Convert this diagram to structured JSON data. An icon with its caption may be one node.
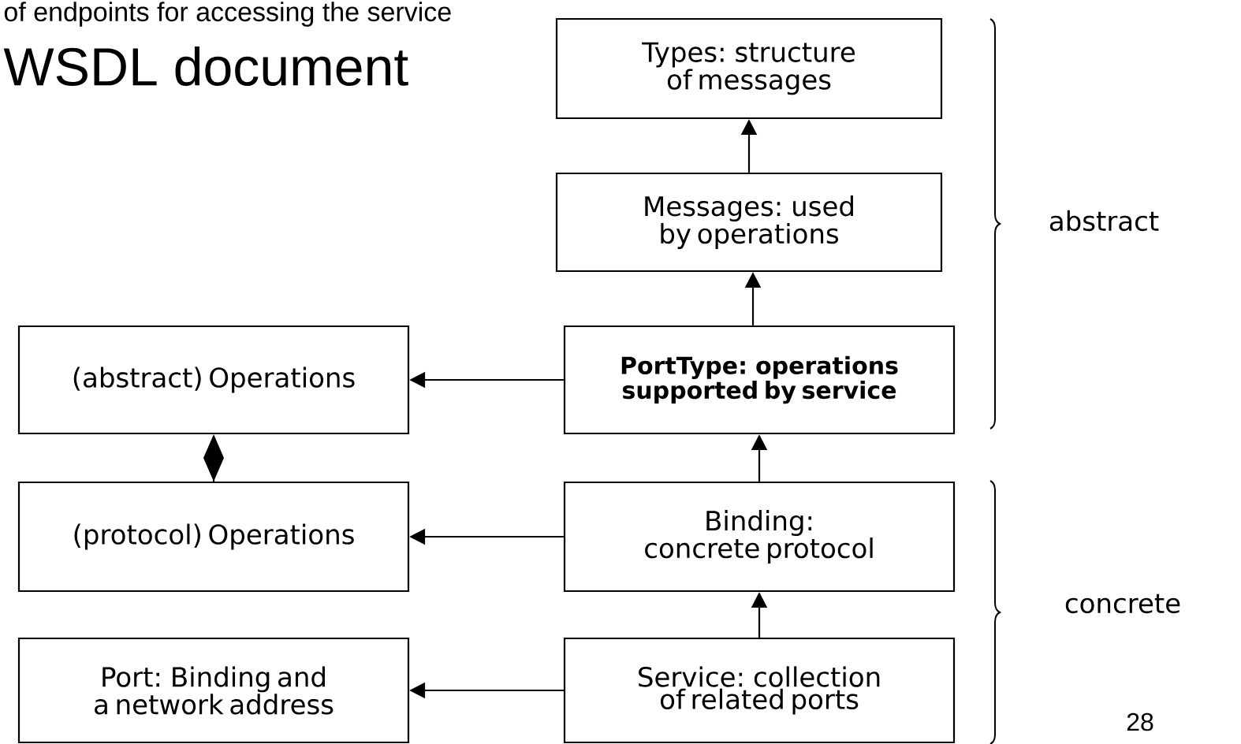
{
  "diagram": {
    "title": "WSDL document",
    "nodes": [
      {
        "text": [
          "Types: structure of messages"
        ]
      },
      {
        "text": [
          "Messages: used by operations"
        ]
      },
      {
        "text": [
          "(abstract) Operations"
        ]
      },
      {
        "text": [
          "PortType: operations supported by service"
        ]
      },
      {
        "text": [
          "(protocol) Operations"
        ]
      },
      {
        "text": [
          "Binding: concrete protocol"
        ]
      },
      {
        "text": [
          "Port: Binding and a network address"
        ]
      },
      {
        "text": [
          "Service: collection of related ports"
        ]
      }
    ],
    "edges": [
      {
        "from": 1,
        "to": 0,
        "arrow": "to"
      },
      {
        "from": 3,
        "to": 1,
        "arrow": "to"
      },
      {
        "from": 3,
        "to": 2,
        "arrow": "to"
      },
      {
        "from": 2,
        "to": 4,
        "arrow": "other"
      },
      {
        "from": 5,
        "to": 3,
        "arrow": "to"
      },
      {
        "from": 5,
        "to": 4,
        "arrow": "to"
      },
      {
        "from": 7,
        "to": 5,
        "arrow": "to"
      },
      {
        "from": 7,
        "to": 6,
        "arrow": "to"
      }
    ],
    "labels": [
      "of endpoints for accessing the service",
      "abstract",
      "concrete",
      "28"
    ]
  }
}
